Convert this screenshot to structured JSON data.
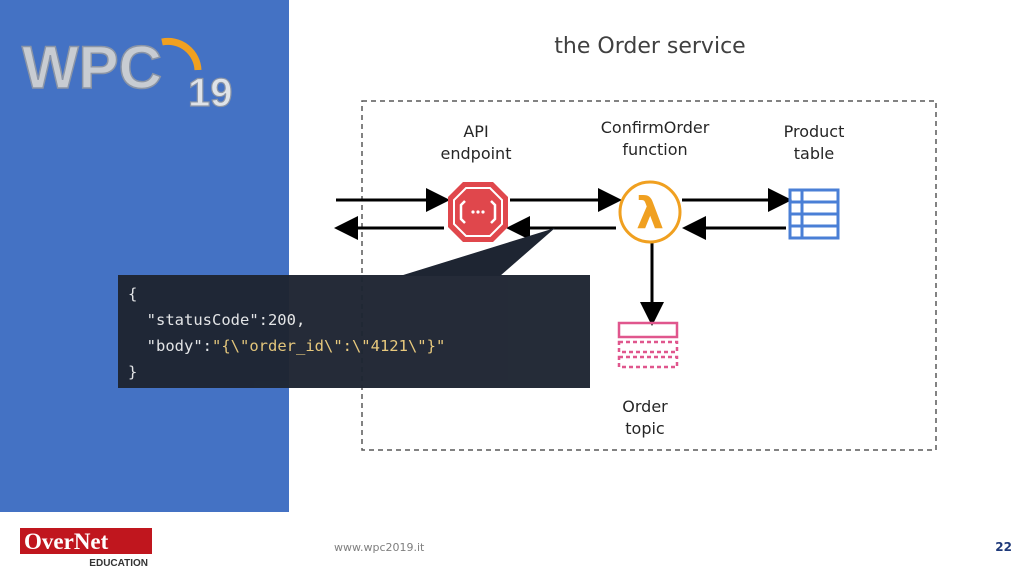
{
  "logo": {
    "text": "WPC",
    "suffix": "19"
  },
  "title": "the Order service",
  "nodes": {
    "api": {
      "label_1": "API",
      "label_2": "endpoint"
    },
    "fn": {
      "label_1": "ConfirmOrder",
      "label_2": "function"
    },
    "table": {
      "label_1": "Product",
      "label_2": "table"
    },
    "topic": {
      "label_1": "Order",
      "label_2": "topic"
    }
  },
  "code": {
    "line1": "{",
    "line2": "  \"statusCode\":200,",
    "line3_key": "  \"body\":",
    "line3_val": "\"{\\\"order_id\\\":\\\"4121\\\"}\"",
    "line4": "}"
  },
  "footer": {
    "url": "www.wpc2019.it",
    "page": "22"
  },
  "brand": {
    "name_1": "Over",
    "name_2": "Net",
    "sub": "EDUCATION"
  },
  "colors": {
    "side": "#4472c4",
    "api": "#e0474c",
    "lambda": "#f0a020",
    "table": "#4a7fd6",
    "topic": "#e0568d"
  }
}
